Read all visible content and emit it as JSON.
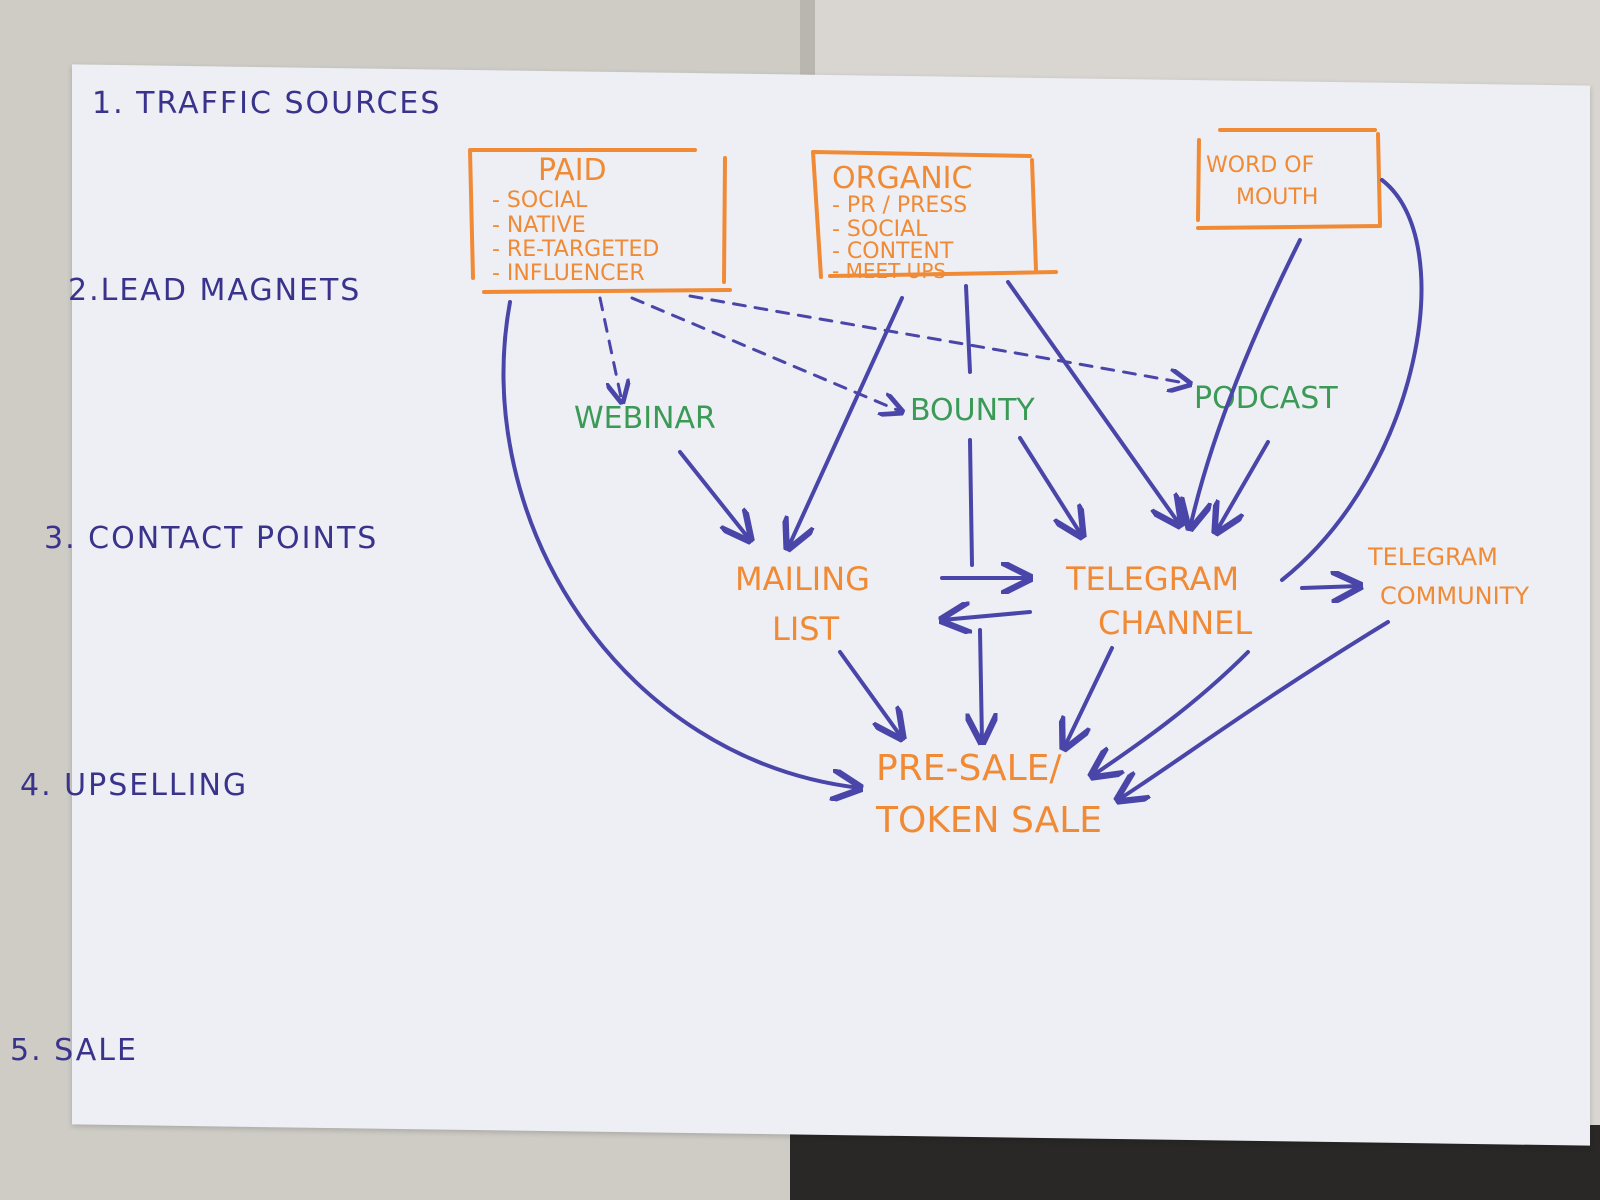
{
  "stages": [
    "1. TRAFFIC SOURCES",
    "2.LEAD MAGNETS",
    "3. CONTACT POINTS",
    "4. UPSELLING",
    "5. SALE"
  ],
  "sources": {
    "paid": {
      "title": "PAID",
      "items": [
        "- SOCIAL",
        "- NATIVE",
        "- RE-TARGETED",
        "- INFLUENCER"
      ]
    },
    "organic": {
      "title": "ORGANIC",
      "items": [
        "- PR / PRESS",
        "- SOCIAL",
        "- CONTENT",
        "- MEET UPS"
      ]
    },
    "word_of_mouth": {
      "line1": "WORD OF",
      "line2": "MOUTH"
    }
  },
  "lead_magnets": {
    "webinar": "WEBINAR",
    "bounty": "BOUNTY",
    "podcast": "PODCAST"
  },
  "contact_points": {
    "mailing_list": {
      "line1": "MAILING",
      "line2": "LIST"
    },
    "telegram_channel": {
      "line1": "TELEGRAM",
      "line2": "CHANNEL"
    },
    "telegram_community": {
      "line1": "TELEGRAM",
      "line2": "COMMUNITY"
    }
  },
  "sale": {
    "line1": "PRE-SALE/",
    "line2": "TOKEN SALE"
  },
  "colors": {
    "stage_text": "#3a338c",
    "box": "#f08a35",
    "lead_magnet": "#3b9a55",
    "arrow": "#4a45a8",
    "paper": "#edeff5"
  }
}
